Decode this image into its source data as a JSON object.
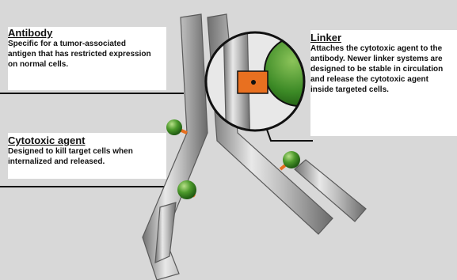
{
  "labels": {
    "antibody": {
      "title": "Antibody",
      "lines": [
        "Specific for a tumor-associated",
        "antigen that has restricted expression",
        "on normal cells."
      ]
    },
    "linker": {
      "title": "Linker",
      "lines": [
        "Attaches the cytotoxic agent to the",
        "antibody. Newer linker systems are",
        "designed to be stable in circulation",
        "and release the cytotoxic agent",
        "inside targeted cells."
      ]
    },
    "cytotoxic": {
      "title": "Cytotoxic agent",
      "lines": [
        "Designed to kill target cells when",
        "internalized and released."
      ]
    }
  },
  "colors": {
    "background": "#d8d8d8",
    "panel": "#ffffff",
    "antibody_gray": "#9a9a9a",
    "drug_green": "#3f8f2a",
    "linker_orange": "#e87020"
  }
}
